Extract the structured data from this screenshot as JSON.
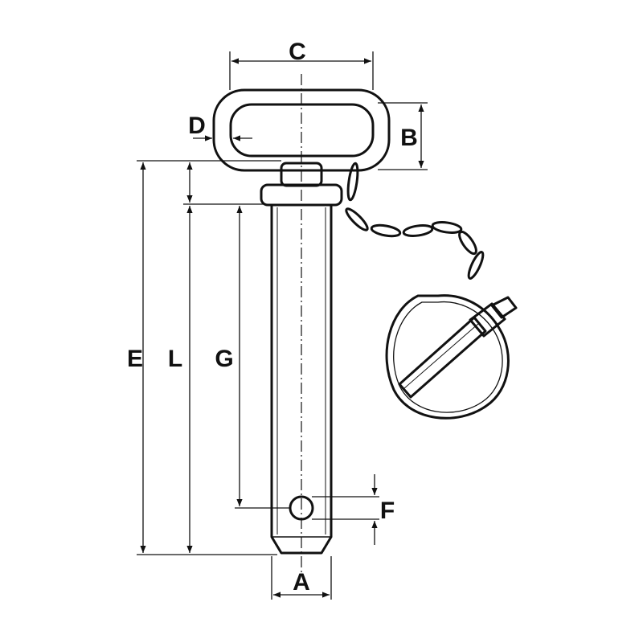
{
  "diagram": {
    "labels": {
      "a": "A",
      "b": "B",
      "c": "C",
      "d": "D",
      "e": "E",
      "f": "F",
      "g": "G",
      "l": "L"
    }
  }
}
